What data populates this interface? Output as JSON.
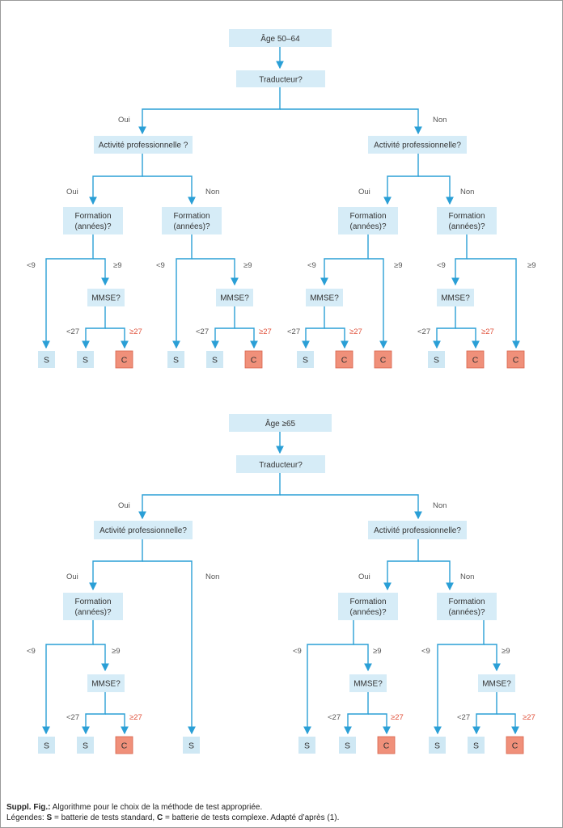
{
  "labels": {
    "yes": "Oui",
    "no": "Non",
    "lt9": "<9",
    "ge9": "≥9",
    "lt27": "<27",
    "ge27": "≥27",
    "s": "S",
    "c": "C"
  },
  "questions": {
    "translator": "Traducteur?",
    "activity_with_space": "Activité professionnelle ?",
    "activity": "Activité professionnelle?",
    "education_line1": "Formation",
    "education_line2": "(années)?",
    "mmse": "MMSE?"
  },
  "tree1": {
    "root": "Âge 50–64"
  },
  "tree2": {
    "root": "Âge ≥65"
  },
  "caption": {
    "line1_bold": "Suppl. Fig.:",
    "line1_rest": " Algorithme pour le choix de la méthode de test appropriée.",
    "legend_prefix": "Légendes: ",
    "s_key": "S",
    "s_desc": " = batterie de tests standard, ",
    "c_key": "C",
    "c_desc": " = batterie de tests complexe. Adapté d’après (1)."
  },
  "colors": {
    "node_fill": "#d6ecf7",
    "leaf_c": "#f0907a",
    "edge": "#2a9fd6",
    "label_red": "#e0503a"
  }
}
